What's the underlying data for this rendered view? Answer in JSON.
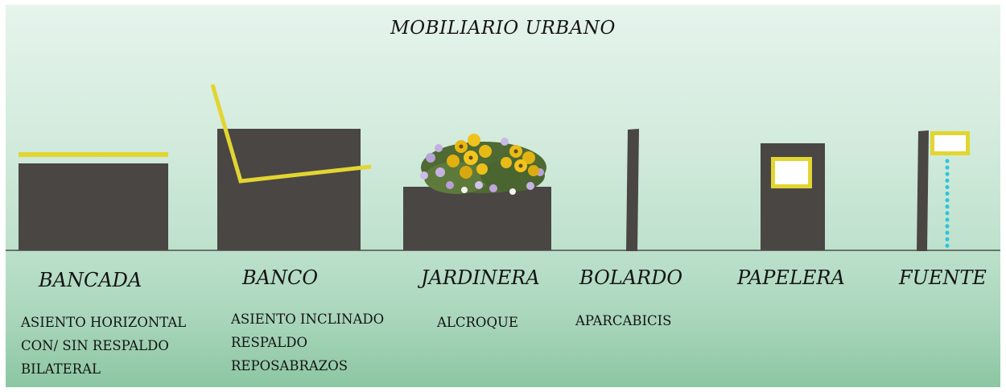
{
  "title": "MOBILIARIO URBANO",
  "colors": {
    "furniture": "#4a4644",
    "highlight": "#e2d531",
    "water": "#2fc3dc",
    "ground": "#4e4e4e"
  },
  "items": [
    {
      "label": "BANCADA",
      "notes": [
        "ASIENTO HORIZONTAL",
        "CON/ SIN RESPALDO",
        "BILATERAL"
      ]
    },
    {
      "label": "BANCO",
      "notes": [
        "ASIENTO INCLINADO",
        "RESPALDO",
        "REPOSABRAZOS"
      ]
    },
    {
      "label": "JARDINERA",
      "notes": [
        "ALCROQUE"
      ]
    },
    {
      "label": "BOLARDO",
      "notes": [
        "APARCABICIS"
      ]
    },
    {
      "label": "PAPELERA",
      "notes": []
    },
    {
      "label": "FUENTE",
      "notes": []
    }
  ]
}
